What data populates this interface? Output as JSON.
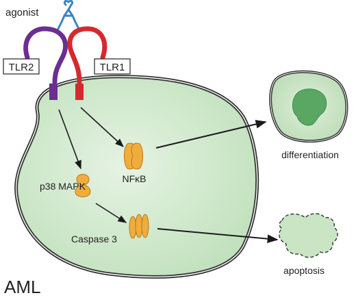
{
  "labels": {
    "agonist": "agonist",
    "receptor_left": "TLR2",
    "receptor_right": "TLR1",
    "p38": "p38 MAPK",
    "nfkb": "NFκB",
    "caspase": "Caspase 3",
    "differentiation": "differentiation",
    "apoptosis": "apoptosis",
    "cell_type": "AML"
  },
  "colors": {
    "tlr2": "#6a2f8f",
    "tlr1": "#d42a2f",
    "agonist": "#3b82c4",
    "protein": "#f0ad3c",
    "protein_stroke": "#b9751a",
    "cell_fill": "#d4ead2",
    "nucleus": "#5aa663",
    "arrow": "#1a1a1a"
  }
}
